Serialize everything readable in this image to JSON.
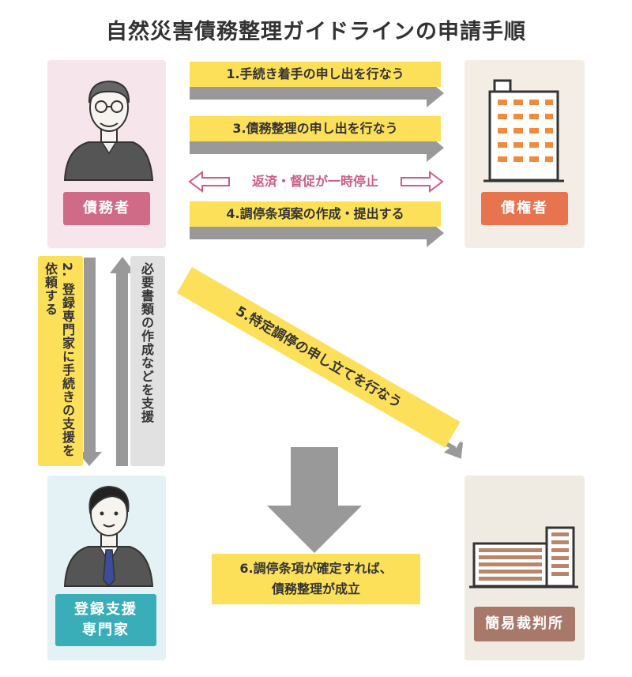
{
  "title": "自然災害債務整理ガイドラインの申請手順",
  "actors": {
    "debtor": "債務者",
    "creditor": "債権者",
    "expert_line1": "登録支援",
    "expert_line2": "専門家",
    "court": "簡易裁判所"
  },
  "steps": {
    "step1": "1.手続き着手の申し出を行なう",
    "step2": "2. 登録専門家に手続きの支援を依頼する",
    "support": "必要書類の作成などを支援",
    "step3": "3.債務整理の申し出を行なう",
    "suspend": "返済・督促が一時停止",
    "step4": "4.調停条項案の作成・提出する",
    "step5": "5.特定調停の申し立てを行なう",
    "step6_line1": "6.調停条項が確定すれば、",
    "step6_line2": "債務整理が成立"
  },
  "colors": {
    "arrow": "#999999",
    "label_yellow": "#fde05a",
    "debtor": "#cf6a87",
    "creditor": "#e7744e",
    "expert": "#3aaeb8",
    "court": "#a8796b",
    "suspend": "#cc5c84"
  }
}
